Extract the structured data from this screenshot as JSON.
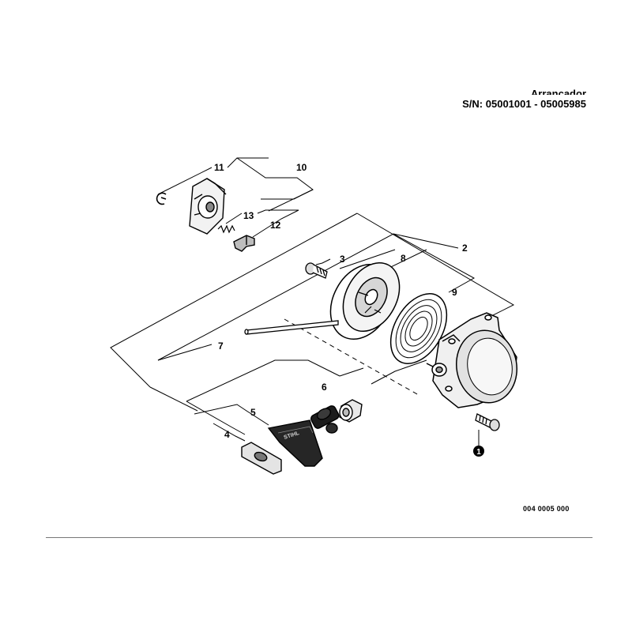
{
  "header": {
    "title": "Arrancador",
    "serial": "S/N: 05001001 - 05005985"
  },
  "drawing_code": "004 0005 000",
  "callouts": {
    "c1": "1",
    "c2": "2",
    "c3": "3",
    "c4": "4",
    "c5": "5",
    "c6": "6",
    "c7": "7",
    "c8": "8",
    "c9": "9",
    "c10": "10",
    "c11": "11",
    "c12": "12",
    "c13": "13"
  },
  "handle_label": "STIHL"
}
